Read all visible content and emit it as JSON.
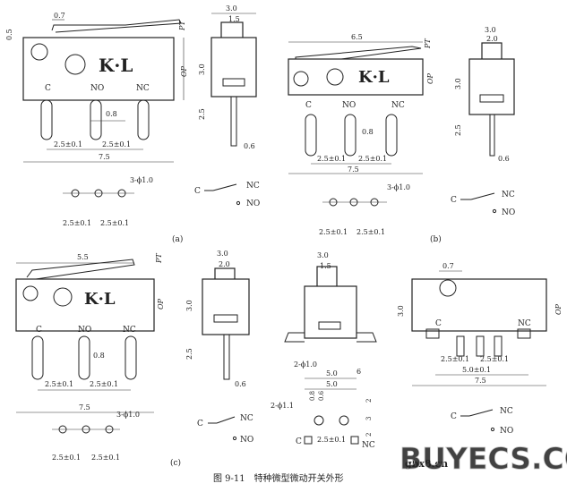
{
  "caption": "图 9-11　特种微型微动开关外形",
  "brand": "K·L",
  "pins": [
    "C",
    "NO",
    "NC"
  ],
  "symbol": {
    "c": "C",
    "nc": "NC",
    "no": "NO"
  },
  "panels": {
    "a": {
      "label": "(a)",
      "dims": {
        "top_off": "0.7",
        "left": "0.5",
        "pt": "PT",
        "op": "OP",
        "pin_gap": "0.8",
        "pitch1": "2.5±0.1",
        "pitch2": "2.5±0.1",
        "overall": "7.5",
        "holes": "3-ϕ1.0",
        "hp1": "2.5±0.1",
        "hp2": "2.5±0.1"
      }
    },
    "a_side": {
      "dims": {
        "w": "3.0",
        "plunger": "1.5",
        "h": "3.0",
        "pin_len": "2.5",
        "pin_w": "0.6"
      }
    },
    "b": {
      "label": "(b)",
      "dims": {
        "lever": "6.5",
        "pt": "PT",
        "op": "OP",
        "pin_gap": "0.8",
        "pitch1": "2.5±0.1",
        "pitch2": "2.5±0.1",
        "overall": "7.5",
        "holes": "3-ϕ1.0",
        "hp1": "2.5±0.1",
        "hp2": "2.5±0.1"
      }
    },
    "b_side": {
      "dims": {
        "w": "3.0",
        "plunger": "2.0",
        "h": "3.0",
        "pin_len": "2.5",
        "pin_w": "0.6"
      }
    },
    "c": {
      "label": "(c)",
      "dims": {
        "lever": "5.5",
        "pt": "PT",
        "op": "OP",
        "pin_gap": "0.8",
        "pitch1": "2.5±0.1",
        "pitch2": "2.5±0.1",
        "overall": "7.5",
        "holes": "3-ϕ1.0",
        "hp1": "2.5±0.1",
        "hp2": "2.5±0.1"
      }
    },
    "c_side": {
      "dims": {
        "w": "3.0",
        "plunger": "2.0",
        "h": "3.0",
        "pin_len": "2.5",
        "pin_w": "0.6"
      }
    },
    "smd_side": {
      "dims": {
        "w": "3.0",
        "plunger": "1.5",
        "holes": "2-ϕ1.0",
        "base": "5.0",
        "foot": "6"
      }
    },
    "smd_front": {
      "dims": {
        "top_off": "0.7",
        "h": "3.0",
        "op": "OP",
        "pitch1": "2.5±0.1",
        "pitch2": "2.5±0.1",
        "p3": "5.0±0.1",
        "overall": "7.5"
      }
    },
    "smd_pad": {
      "dims": {
        "w": "5.0",
        "holes": "2-ϕ1.1",
        "d1": "0.8",
        "d2": "0.6",
        "s1": "2",
        "s2": "3",
        "s3": "2",
        "pitch": "2.5±0.1"
      }
    }
  },
  "watermark": {
    "site": "gbx8.cn",
    "brand": "BUYECS.COM"
  }
}
